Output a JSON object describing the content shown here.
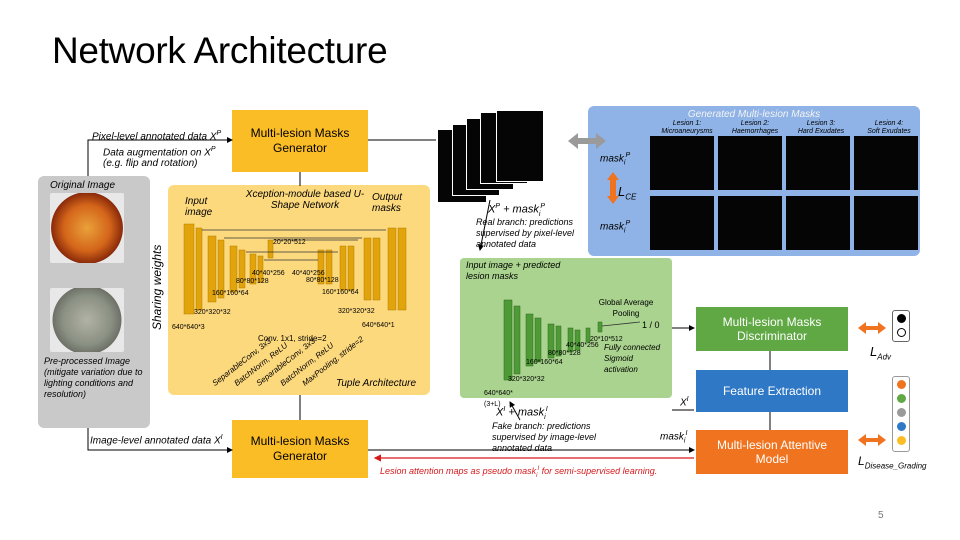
{
  "slide": {
    "title": "Network Architecture",
    "page_number": "5"
  },
  "top_flow": {
    "pixel_label": "Pixel-level annotated data X",
    "pixel_sup": "P",
    "augment_line1": "Data augmentation on X",
    "augment_sup": "P",
    "augment_line2": "(e.g. flip and rotation)",
    "generator_top": "Multi-lesion Masks Generator"
  },
  "left_panel": {
    "original_label": "Original Image",
    "sharing_weights": "Sharing weights",
    "preprocessed_label": "Pre-processed Image (mitigate variation due to lighting conditions and resolution)"
  },
  "unet": {
    "xception_label": "Xception-module based U-Shape Network",
    "input_label": "Input image",
    "output_label": "Output masks",
    "dims": [
      "20*20*512",
      "40*40*256",
      "40*40*256",
      "80*80*128",
      "80*80*128",
      "160*160*64",
      "160*160*64",
      "320*320*32",
      "320*320*32",
      "640*640*3",
      "640*640*1"
    ],
    "conv_label": "Conv. 1x1, stride=2",
    "legend_items": [
      "SeparableConv, 3x3",
      "BatchNorm, ReLU",
      "SeparableConv, 3x3",
      "BatchNorm, ReLU",
      "MaxPooling, stride=2"
    ],
    "tuple_label": "Tuple Architecture"
  },
  "generated_masks": {
    "title": "Generated Multi-lesion Masks",
    "lesions": [
      {
        "line1": "Lesion 1:",
        "line2": "Microaneurysms"
      },
      {
        "line1": "Lesion 2:",
        "line2": "Haemorrhages"
      },
      {
        "line1": "Lesion 3:",
        "line2": "Hard Exudates"
      },
      {
        "line1": "Lesion 4:",
        "line2": "Soft Exudates"
      }
    ],
    "row1_label": "mask",
    "row1_sub": "i",
    "row1_sup": "P",
    "row2_label": "mask",
    "row2_sub": "i",
    "row2_sup": "P",
    "loss_ce": "L",
    "loss_ce_sub": "CE"
  },
  "real_branch": {
    "formula": "X",
    "formula_sup": "P",
    "formula_plus": " + mask",
    "formula_mask_sub": "i",
    "formula_mask_sup": "P",
    "description": "Real branch: predictions supervised by pixel-level annotated data"
  },
  "discriminator_panel": {
    "label": "Input image + predicted lesion masks",
    "gap_label": "Global Average Pooling",
    "output_label": "1 / 0",
    "dims": [
      "20*10*512",
      "40*40*256",
      "80*80*128",
      "160*160*64",
      "320*320*32",
      "640*640*(3+L)"
    ],
    "fc_label": "Fully connected Sigmoid activation"
  },
  "right_boxes": {
    "discriminator": "Multi-lesion Masks Discriminator",
    "feature": "Feature Extraction",
    "attentive": "Multi-lesion Attentive Model",
    "xi_label": "X",
    "xi_sup": "I",
    "mask_label": "mask",
    "mask_sub": "i",
    "mask_sup": "I",
    "loss_adv": "L",
    "loss_adv_sub": "Adv",
    "loss_disease": "L",
    "loss_disease_sub": "Disease_Grading"
  },
  "bottom_flow": {
    "image_label": "Image-level annotated data X",
    "image_sup": "I",
    "generator_bottom": "Multi-lesion Masks Generator",
    "fake_formula": "X",
    "fake_sup": "I",
    "fake_plus": " + mask",
    "fake_mask_sub": "i",
    "fake_mask_sup": "I",
    "fake_description": "Fake branch: predictions supervised by image-level annotated data",
    "red_note_1": "Lesion attention maps as pseudo",
    "red_note_mask": "mask",
    "red_note_mask_sub": "i",
    "red_note_mask_sup": "I",
    "red_note_2": "for semi-supervised learning."
  },
  "colors": {
    "yellow": "#fbbd26",
    "light_yellow": "#fdd97e",
    "green": "#5fa843",
    "light_green": "#a9d38e",
    "blue": "#2f78c6",
    "light_blue": "#8fb3e6",
    "orange": "#f0741f",
    "red": "#d7191c",
    "grey": "#c9c9c9"
  }
}
